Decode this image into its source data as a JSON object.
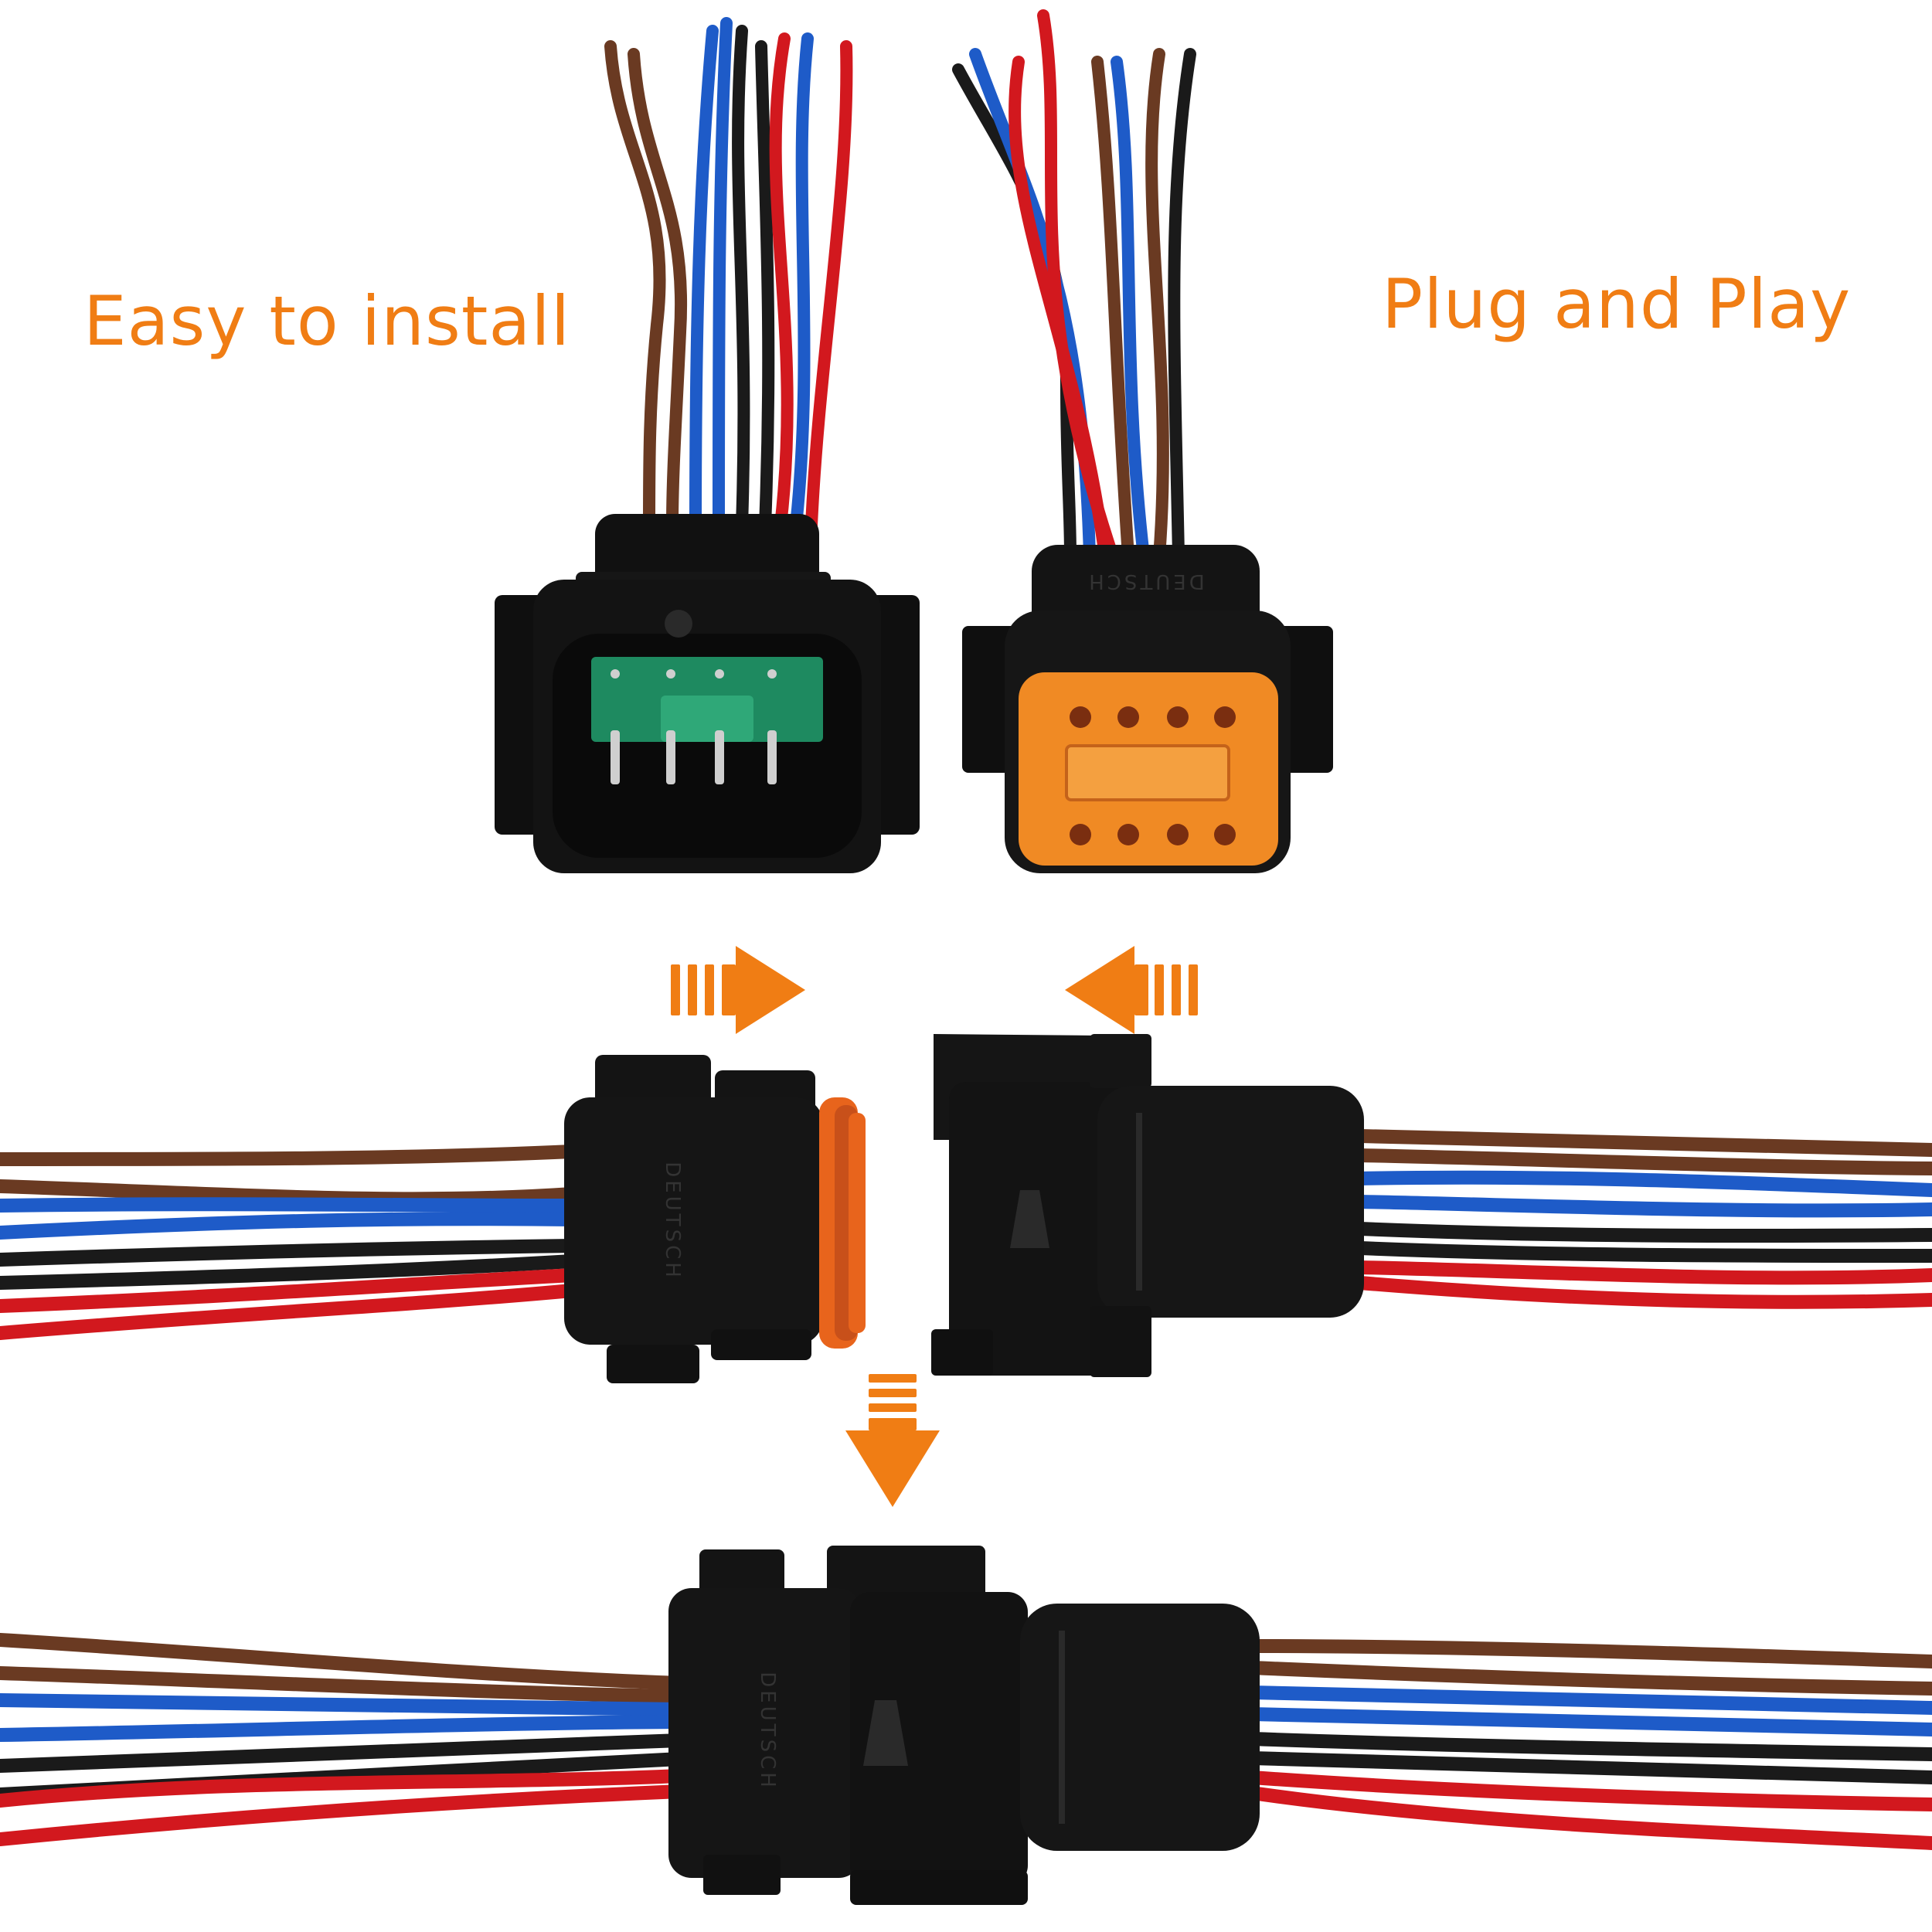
{
  "captions": {
    "left": "Easy to install",
    "right": "Plug and Play"
  },
  "connector_marking": "DEUTSCH",
  "colors": {
    "accent": "#F07D14",
    "housing": "#111111",
    "housing_face": "#1c1c1c",
    "wedge_lock": "#F08A24",
    "seal": "#E8641C",
    "pin_block": "#1E8A60",
    "wire_brown": "#6A3A22",
    "wire_blue": "#1E5BC8",
    "wire_black": "#1a1a1a",
    "wire_red": "#D2181E"
  },
  "icons": {
    "arrow_push_right": "arrow-right-icon",
    "arrow_push_left": "arrow-left-icon",
    "arrow_down": "arrow-down-icon"
  }
}
